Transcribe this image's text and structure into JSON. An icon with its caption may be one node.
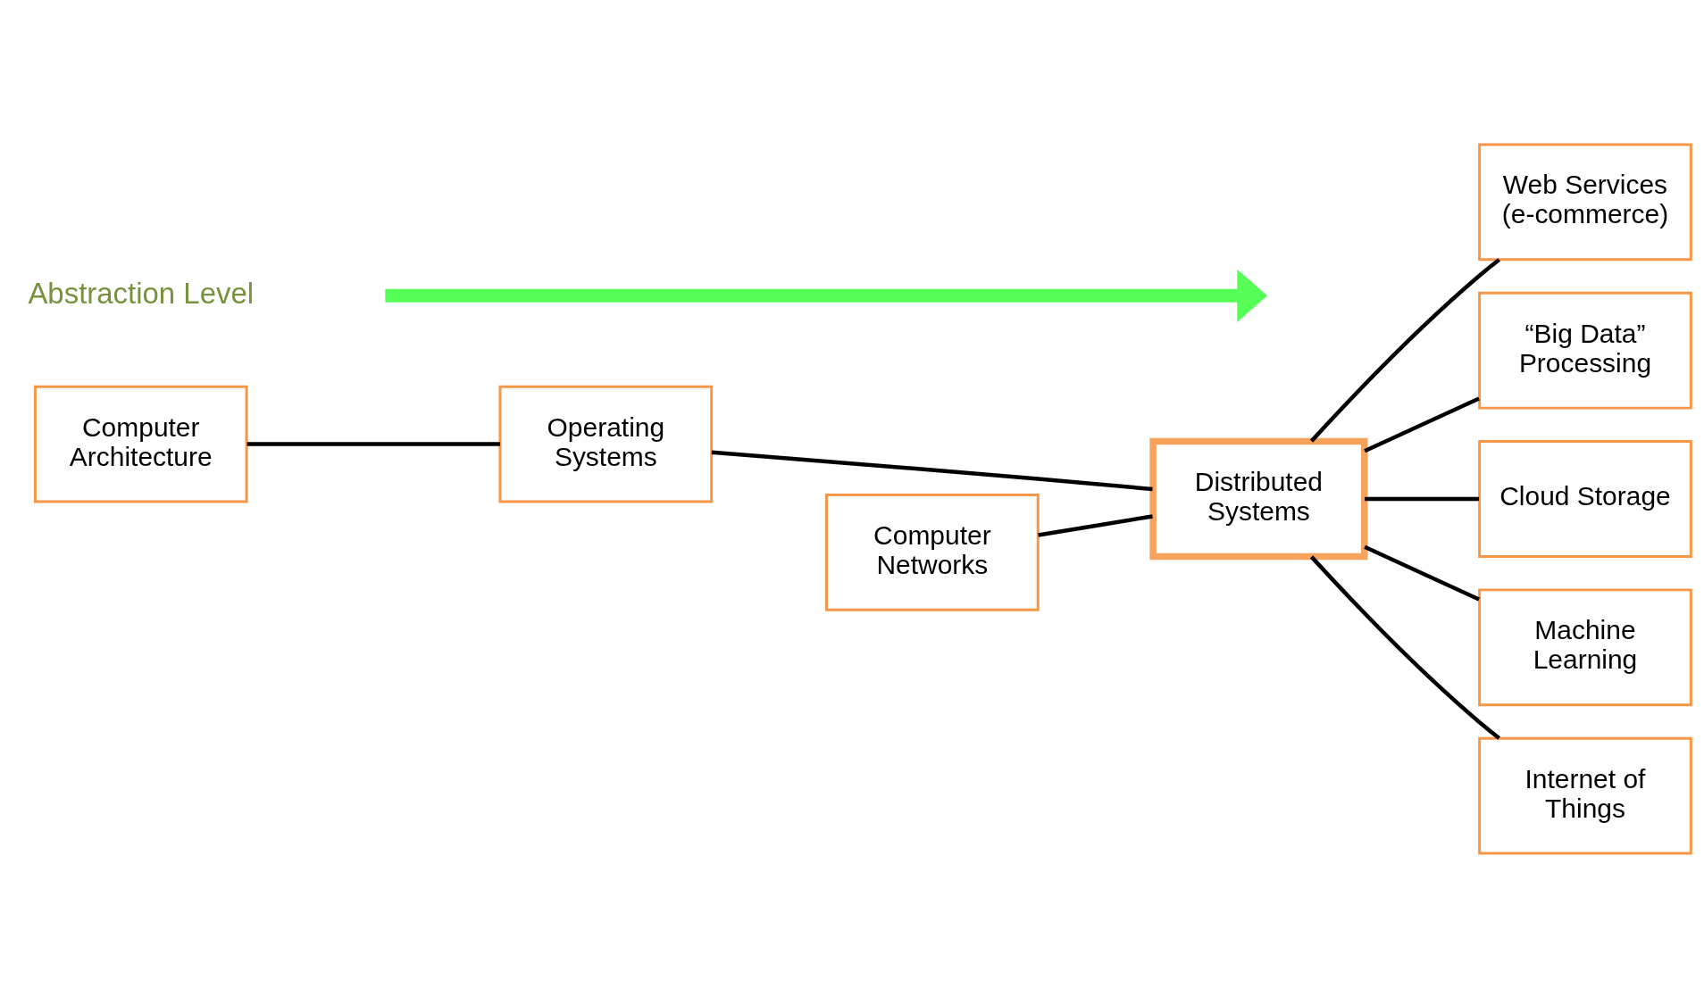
{
  "diagram": {
    "nodes": [
      {
        "text": [
          "Computer Architecture"
        ]
      },
      {
        "text": [
          "Operating Systems"
        ]
      },
      {
        "text": [
          "Computer Networks"
        ]
      },
      {
        "text": [
          "Distributed Systems"
        ]
      },
      {
        "text": [
          "Web Services (e-commerce)"
        ]
      },
      {
        "text": [
          "“Big Data” Processing"
        ]
      },
      {
        "text": [
          "Cloud Storage"
        ]
      },
      {
        "text": [
          "Machine Learning"
        ]
      },
      {
        "text": [
          "Internet of Things"
        ]
      }
    ],
    "edges": [
      {
        "from": 0,
        "to": 1,
        "arrow": "none"
      },
      {
        "from": 1,
        "to": 3,
        "arrow": "none"
      },
      {
        "from": 2,
        "to": 3,
        "arrow": "none"
      },
      {
        "from": 3,
        "to": 4,
        "arrow": "none"
      },
      {
        "from": 3,
        "to": 5,
        "arrow": "none"
      },
      {
        "from": 3,
        "to": 6,
        "arrow": "none"
      },
      {
        "from": 3,
        "to": 7,
        "arrow": "none"
      },
      {
        "from": 3,
        "to": 8,
        "arrow": "none"
      }
    ],
    "labels": [
      "Abstraction Level"
    ]
  }
}
